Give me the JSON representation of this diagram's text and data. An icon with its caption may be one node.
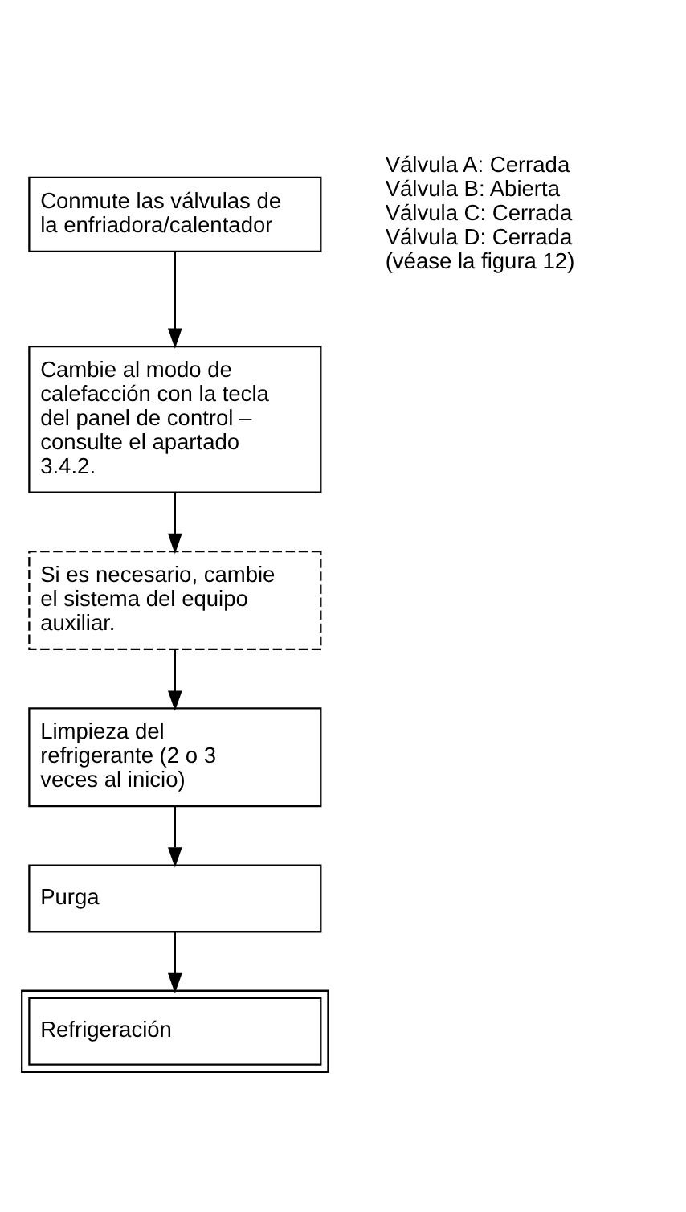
{
  "diagram": {
    "nodes": [
      {
        "text": [
          "Conmute las válvulas de la enfriadora/calentador"
        ]
      },
      {
        "text": [
          "Cambie al modo de calefacción con la tecla del panel de control – consulte el apartado 3.4.2."
        ]
      },
      {
        "text": [
          "Si es necesario, cambie el sistema del equipo auxiliar."
        ]
      },
      {
        "text": [
          "Limpieza del refrigerante (2 o 3 veces al inicio)"
        ]
      },
      {
        "text": [
          "Purga"
        ]
      },
      {
        "text": [
          "Refrigeración"
        ]
      }
    ],
    "edges": [
      {
        "from": 0,
        "to": 1,
        "arrow": "to"
      },
      {
        "from": 1,
        "to": 2,
        "arrow": "to"
      },
      {
        "from": 2,
        "to": 3,
        "arrow": "to"
      },
      {
        "from": 3,
        "to": 4,
        "arrow": "to"
      },
      {
        "from": 4,
        "to": 5,
        "arrow": "to"
      }
    ],
    "labels": [
      "Válvula A: Cerrada",
      "Válvula B: Abierta",
      "Válvula C: Cerrada",
      "Válvula D: Cerrada",
      "(véase la figura 12)"
    ]
  }
}
